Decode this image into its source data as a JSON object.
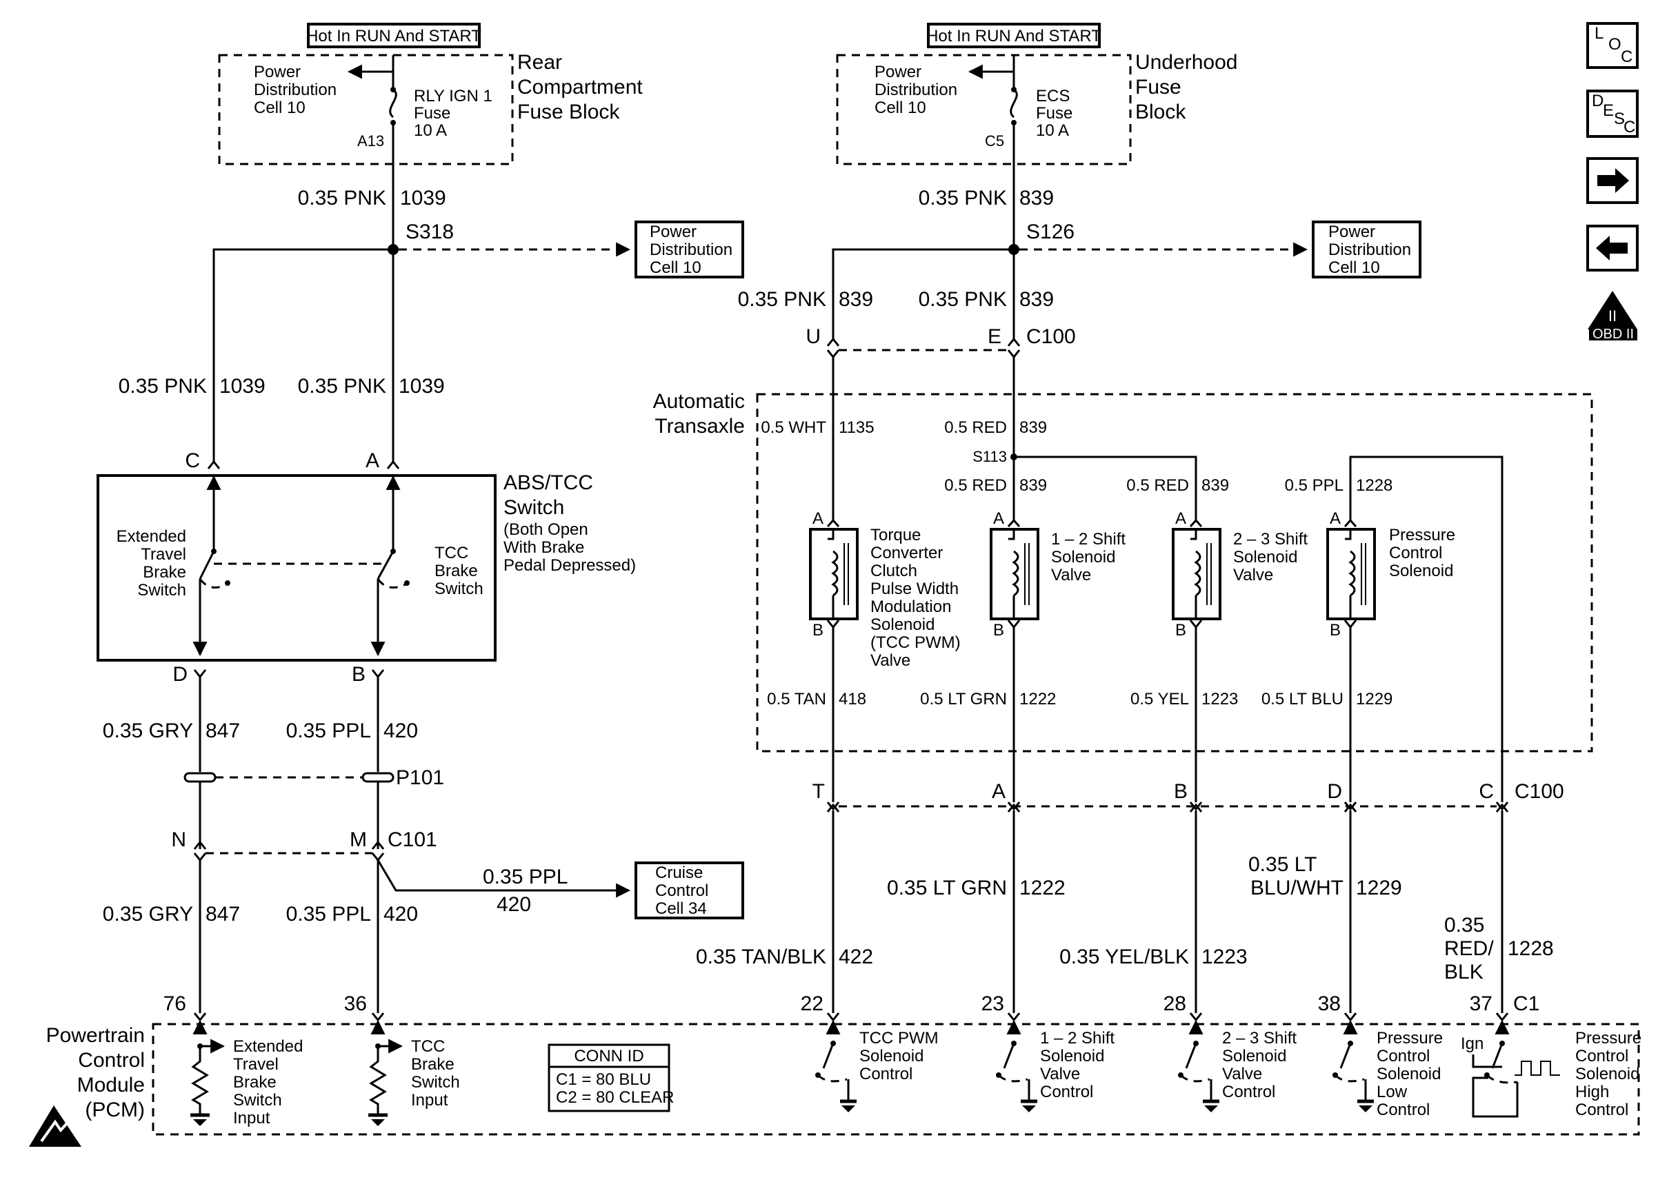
{
  "fuse_left": {
    "hot": "Hot In RUN And START",
    "block_name": [
      "Rear",
      "Compartment",
      "Fuse Block"
    ],
    "pd": [
      "Power",
      "Distribution",
      "Cell 10"
    ],
    "fuse": [
      "RLY IGN 1",
      "Fuse",
      "10 A"
    ],
    "pin": "A13",
    "wire": "0.35 PNK",
    "circuit": "1039",
    "splice": "S318",
    "ref": [
      "Power",
      "Distribution",
      "Cell 10"
    ]
  },
  "fuse_right": {
    "hot": "Hot In RUN And START",
    "block_name": [
      "Underhood",
      "Fuse",
      "Block"
    ],
    "pd": [
      "Power",
      "Distribution",
      "Cell 10"
    ],
    "fuse": [
      "ECS",
      "Fuse",
      "10 A"
    ],
    "pin": "C5",
    "wire": "0.35 PNK",
    "circuit": "839",
    "splice": "S126",
    "ref": [
      "Power",
      "Distribution",
      "Cell 10"
    ]
  },
  "nav": {
    "loc": [
      "L",
      "O",
      "C"
    ],
    "desc": [
      "D",
      "E",
      "S",
      "C"
    ],
    "obd": [
      "II",
      "OBD II"
    ]
  },
  "abs_switch": {
    "title": [
      "ABS/TCC",
      "Switch"
    ],
    "note": [
      "(Both Open",
      "With Brake",
      "Pedal Depressed)"
    ],
    "left_switch": [
      "Extended",
      "Travel",
      "Brake",
      "Switch"
    ],
    "right_switch": [
      "TCC",
      "Brake",
      "Switch"
    ],
    "pins": {
      "c": "C",
      "a": "A",
      "d": "D",
      "b": "B"
    },
    "wire_left_in": {
      "wire": "0.35 PNK",
      "circuit": "1039"
    },
    "wire_right_in": {
      "wire": "0.35 PNK",
      "circuit": "1039"
    },
    "wire_left_out": {
      "wire": "0.35 GRY",
      "circuit": "847"
    },
    "wire_right_out": {
      "wire": "0.35 PPL",
      "circuit": "420"
    },
    "p101": "P101",
    "c101": "C101",
    "pin_n": "N",
    "pin_m": "M",
    "cruise_wire": {
      "wire": "0.35 PPL",
      "circuit": "420"
    },
    "cruise_ref": [
      "Cruise",
      "Control",
      "Cell 34"
    ],
    "wire_left_low": {
      "wire": "0.35 GRY",
      "circuit": "847"
    },
    "wire_right_low": {
      "wire": "0.35 PPL",
      "circuit": "420"
    }
  },
  "c100_top": {
    "wire_u": {
      "wire": "0.35 PNK",
      "circuit": "839"
    },
    "wire_e": {
      "wire": "0.35 PNK",
      "circuit": "839"
    },
    "pin_u": "U",
    "pin_e": "E",
    "connector": "C100"
  },
  "transaxle": {
    "title": [
      "Automatic",
      "Transaxle"
    ],
    "splice": "S113",
    "tcc_in": {
      "wire": "0.5 WHT",
      "circuit": "1135"
    },
    "red_trunk": {
      "wire": "0.5 RED",
      "circuit": "839"
    },
    "red_12": {
      "wire": "0.5 RED",
      "circuit": "839"
    },
    "red_23": {
      "wire": "0.5 RED",
      "circuit": "839"
    },
    "ppl_pc": {
      "wire": "0.5 PPL",
      "circuit": "1228"
    },
    "pin_a": "A",
    "pin_b": "B",
    "solenoids": [
      [
        "Torque",
        "Converter",
        "Clutch",
        "Pulse Width",
        "Modulation",
        "Solenoid",
        "(TCC PWM)",
        "Valve"
      ],
      [
        "1 – 2 Shift",
        "Solenoid",
        "Valve"
      ],
      [
        "2 – 3 Shift",
        "Solenoid",
        "Valve"
      ],
      [
        "Pressure",
        "Control",
        "Solenoid"
      ]
    ],
    "outputs": [
      {
        "wire": "0.5 TAN",
        "circuit": "418"
      },
      {
        "wire": "0.5 LT GRN",
        "circuit": "1222"
      },
      {
        "wire": "0.5 YEL",
        "circuit": "1223"
      },
      {
        "wire": "0.5 LT BLU",
        "circuit": "1229"
      }
    ]
  },
  "c100_bottom": {
    "connector": "C100",
    "pins": [
      "T",
      "A",
      "B",
      "D",
      "C"
    ],
    "wires": [
      {
        "wire": "0.35 TAN/BLK",
        "circuit": "422"
      },
      {
        "wire": "0.35 LT GRN",
        "circuit": "1222"
      },
      {
        "wire": "0.35 YEL/BLK",
        "circuit": "1223"
      },
      {
        "wire": [
          "0.35 LT",
          "BLU/WHT"
        ],
        "circuit": "1229"
      },
      {
        "wire": [
          "0.35",
          "RED/",
          "BLK"
        ],
        "circuit": "1228"
      }
    ]
  },
  "pcm": {
    "title": [
      "Powertrain",
      "Control",
      "Module",
      "(PCM)"
    ],
    "connector": "C1",
    "pins": [
      "76",
      "36",
      "22",
      "23",
      "28",
      "38",
      "37"
    ],
    "conn_id": [
      "CONN ID",
      "C1 = 80 BLU",
      "C2 = 80 CLEAR"
    ],
    "inputs": [
      [
        "Extended",
        "Travel",
        "Brake",
        "Switch",
        "Input"
      ],
      [
        "TCC",
        "Brake",
        "Switch",
        "Input"
      ]
    ],
    "controls": [
      [
        "TCC PWM",
        "Solenoid",
        "Control"
      ],
      [
        "1 – 2 Shift",
        "Solenoid",
        "Valve",
        "Control"
      ],
      [
        "2 – 3 Shift",
        "Solenoid",
        "Valve",
        "Control"
      ],
      [
        "Pressure",
        "Control",
        "Solenoid",
        "Low",
        "Control"
      ],
      [
        "Pressure",
        "Control",
        "Solenoid",
        "High",
        "Control"
      ]
    ],
    "ign": "Ign"
  }
}
